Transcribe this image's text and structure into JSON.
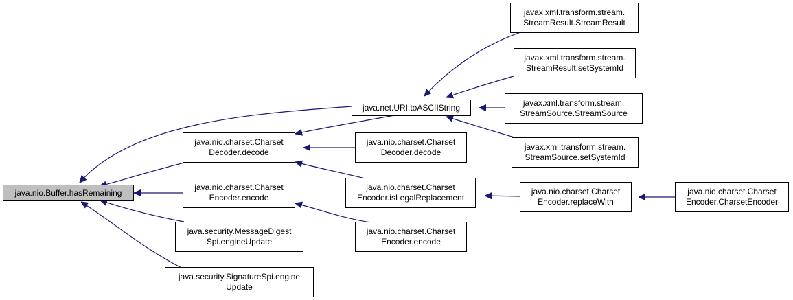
{
  "colors": {
    "edge": "#191970",
    "root_fill": "#bfbfbf",
    "node_fill": "#ffffff",
    "border": "#000000"
  },
  "nodes": {
    "root": {
      "lines": [
        "java.nio.Buffer.hasRemaining"
      ]
    },
    "uri_toascii": {
      "lines": [
        "java.net.URI.toASCIIString"
      ]
    },
    "decoder_decode": {
      "lines": [
        "java.nio.charset.Charset",
        "Decoder.decode"
      ]
    },
    "encoder_encode": {
      "lines": [
        "java.nio.charset.Charset",
        "Encoder.encode"
      ]
    },
    "md_spi": {
      "lines": [
        "java.security.MessageDigest",
        "Spi.engineUpdate"
      ]
    },
    "sig_spi": {
      "lines": [
        "java.security.SignatureSpi.engine",
        "Update"
      ]
    },
    "decoder_decode2": {
      "lines": [
        "java.nio.charset.Charset",
        "Decoder.decode"
      ]
    },
    "encoder_islegal": {
      "lines": [
        "java.nio.charset.Charset",
        "Encoder.isLegalReplacement"
      ]
    },
    "encoder_encode2": {
      "lines": [
        "java.nio.charset.Charset",
        "Encoder.encode"
      ]
    },
    "sresult_ctor": {
      "lines": [
        "javax.xml.transform.stream.",
        "StreamResult.StreamResult"
      ]
    },
    "sresult_setsys": {
      "lines": [
        "javax.xml.transform.stream.",
        "StreamResult.setSystemId"
      ]
    },
    "ssource_ctor": {
      "lines": [
        "javax.xml.transform.stream.",
        "StreamSource.StreamSource"
      ]
    },
    "ssource_setsys": {
      "lines": [
        "javax.xml.transform.stream.",
        "StreamSource.setSystemId"
      ]
    },
    "encoder_replacewith": {
      "lines": [
        "java.nio.charset.Charset",
        "Encoder.replaceWith"
      ]
    },
    "encoder_ctor": {
      "lines": [
        "java.nio.charset.Charset",
        "Encoder.CharsetEncoder"
      ]
    }
  }
}
